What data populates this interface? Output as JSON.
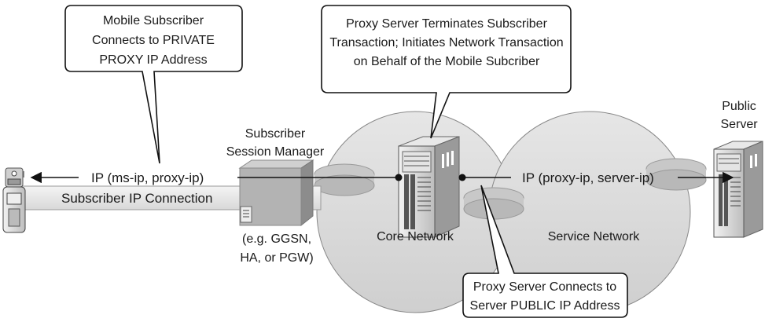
{
  "callouts": {
    "subscriber_connects": [
      "Mobile Subscriber",
      "Connects to PRIVATE",
      "PROXY IP Address"
    ],
    "proxy_terminates": [
      "Proxy Server Terminates Subscriber",
      "Transaction; Initiates Network Transaction",
      "on Behalf of the Mobile Subcriber"
    ],
    "proxy_connects": [
      "Proxy Server Connects to",
      "Server PUBLIC IP Address"
    ]
  },
  "nodes": {
    "session_manager_title": [
      "Subscriber",
      "Session Manager"
    ],
    "session_manager_note": [
      "(e.g. GGSN,",
      "HA, or PGW)"
    ],
    "public_server": [
      "Public",
      "Server"
    ]
  },
  "networks": {
    "core": "Core Network",
    "service": "Service Network"
  },
  "connections": {
    "left_flow": "IP (ms-ip, proxy-ip)",
    "right_flow": "IP (proxy-ip, server-ip)",
    "subscriber_ip": "Subscriber IP Connection"
  }
}
